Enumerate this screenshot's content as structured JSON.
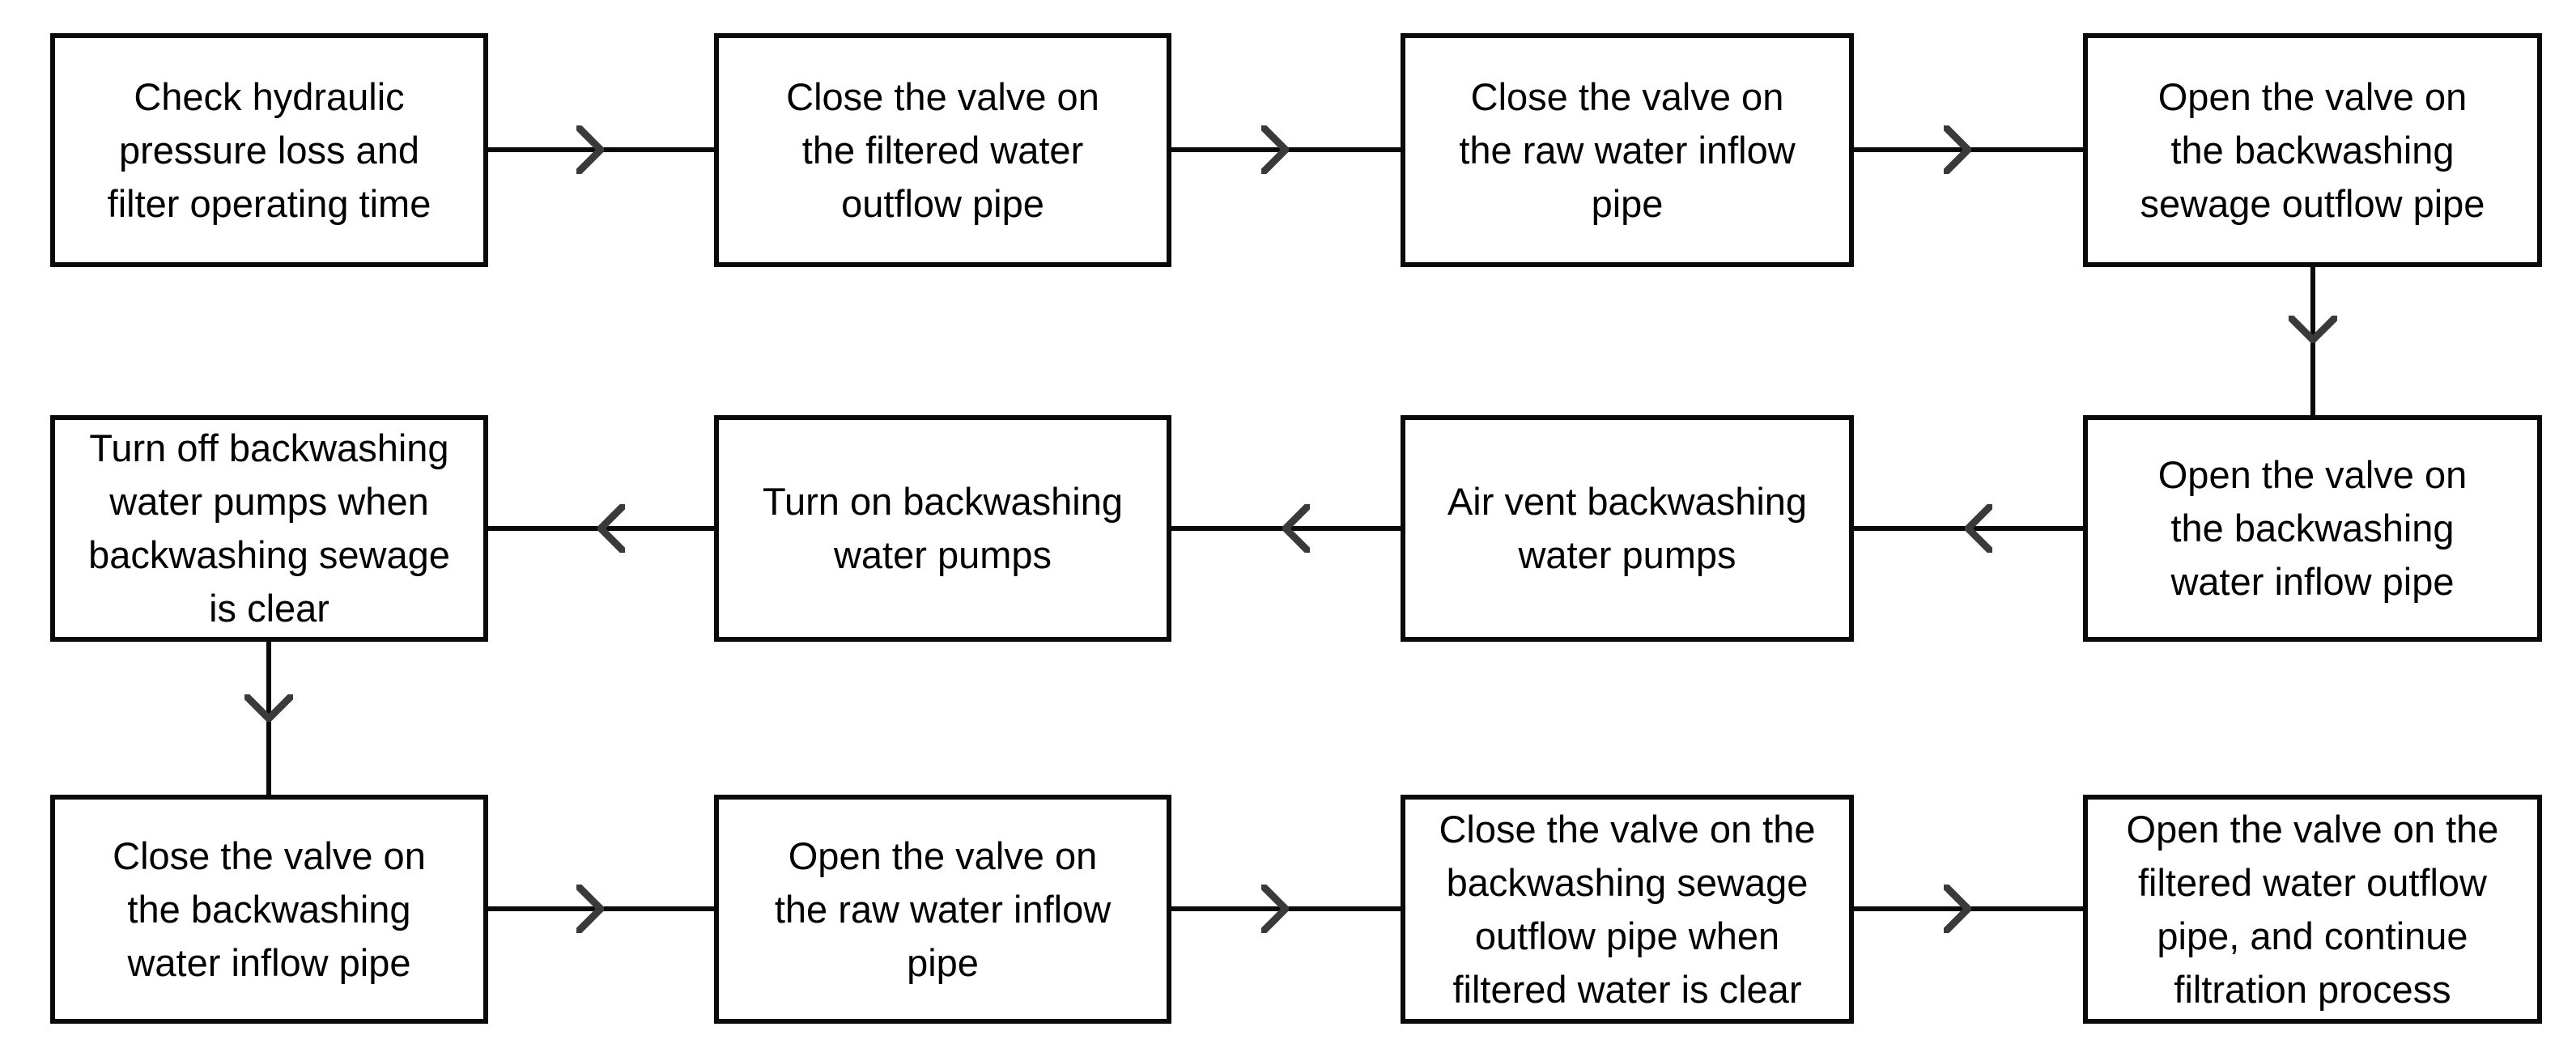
{
  "diagram": {
    "type": "flowchart",
    "colors": {
      "background": "#ffffff",
      "box_border": "#0a0a0a",
      "text": "#000000",
      "connector": "#0a0a0a",
      "arrowhead": "#3a3a3a"
    },
    "boxes": [
      {
        "step": 1,
        "text": "Check hydraulic\npressure loss and\nfilter operating time"
      },
      {
        "step": 2,
        "text": "Close the valve on\nthe filtered water\noutflow pipe"
      },
      {
        "step": 3,
        "text": "Close the valve on\nthe raw water inflow\npipe"
      },
      {
        "step": 4,
        "text": "Open the valve on\nthe backwashing\nsewage outflow pipe"
      },
      {
        "step": 5,
        "text": "Open the valve on\nthe backwashing\nwater inflow pipe"
      },
      {
        "step": 6,
        "text": "Air vent backwashing\nwater pumps"
      },
      {
        "step": 7,
        "text": "Turn on backwashing\nwater pumps"
      },
      {
        "step": 8,
        "text": "Turn off backwashing\nwater pumps when\nbackwashing sewage\nis clear"
      },
      {
        "step": 9,
        "text": "Close the valve on\nthe backwashing\nwater inflow pipe"
      },
      {
        "step": 10,
        "text": "Open the valve on\nthe raw water inflow\npipe"
      },
      {
        "step": 11,
        "text": "Close the valve on the\nbackwashing sewage\noutflow pipe when\nfiltered water is clear"
      },
      {
        "step": 12,
        "text": "Open the valve on the\nfiltered water outflow\npipe, and continue\nfiltration process"
      }
    ],
    "connections": [
      {
        "from": 1,
        "to": 2,
        "direction": "right"
      },
      {
        "from": 2,
        "to": 3,
        "direction": "right"
      },
      {
        "from": 3,
        "to": 4,
        "direction": "right"
      },
      {
        "from": 4,
        "to": 5,
        "direction": "down"
      },
      {
        "from": 5,
        "to": 6,
        "direction": "left"
      },
      {
        "from": 6,
        "to": 7,
        "direction": "left"
      },
      {
        "from": 7,
        "to": 8,
        "direction": "left"
      },
      {
        "from": 8,
        "to": 9,
        "direction": "down"
      },
      {
        "from": 9,
        "to": 10,
        "direction": "right"
      },
      {
        "from": 10,
        "to": 11,
        "direction": "right"
      },
      {
        "from": 11,
        "to": 12,
        "direction": "right"
      }
    ]
  }
}
